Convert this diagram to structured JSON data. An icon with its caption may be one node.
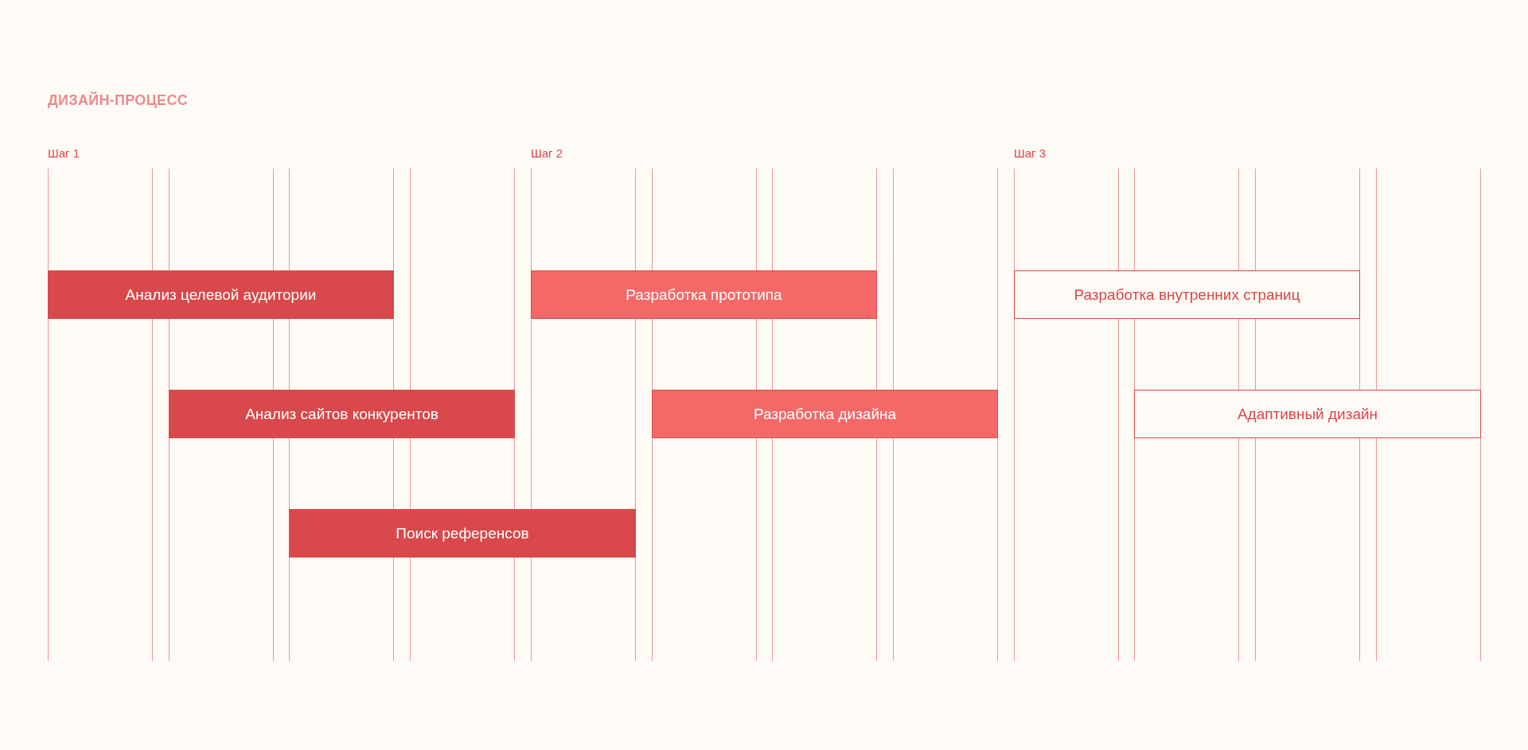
{
  "diagram": {
    "title": "ДИЗАЙН-ПРОЦЕСС",
    "nodes": [
      {
        "text": [
          "Анализ целевой аудитории"
        ]
      },
      {
        "text": [
          "Анализ сайтов конкурентов"
        ]
      },
      {
        "text": [
          "Поиск референсов"
        ]
      },
      {
        "text": [
          "Разработка прототипа"
        ]
      },
      {
        "text": [
          "Разработка дизайна"
        ]
      },
      {
        "text": [
          "Разработка внутренних страниц"
        ]
      },
      {
        "text": [
          "Адаптивный дизайн"
        ]
      }
    ],
    "labels": [
      "Шаг 1",
      "Шаг 2",
      "Шаг 3"
    ]
  }
}
